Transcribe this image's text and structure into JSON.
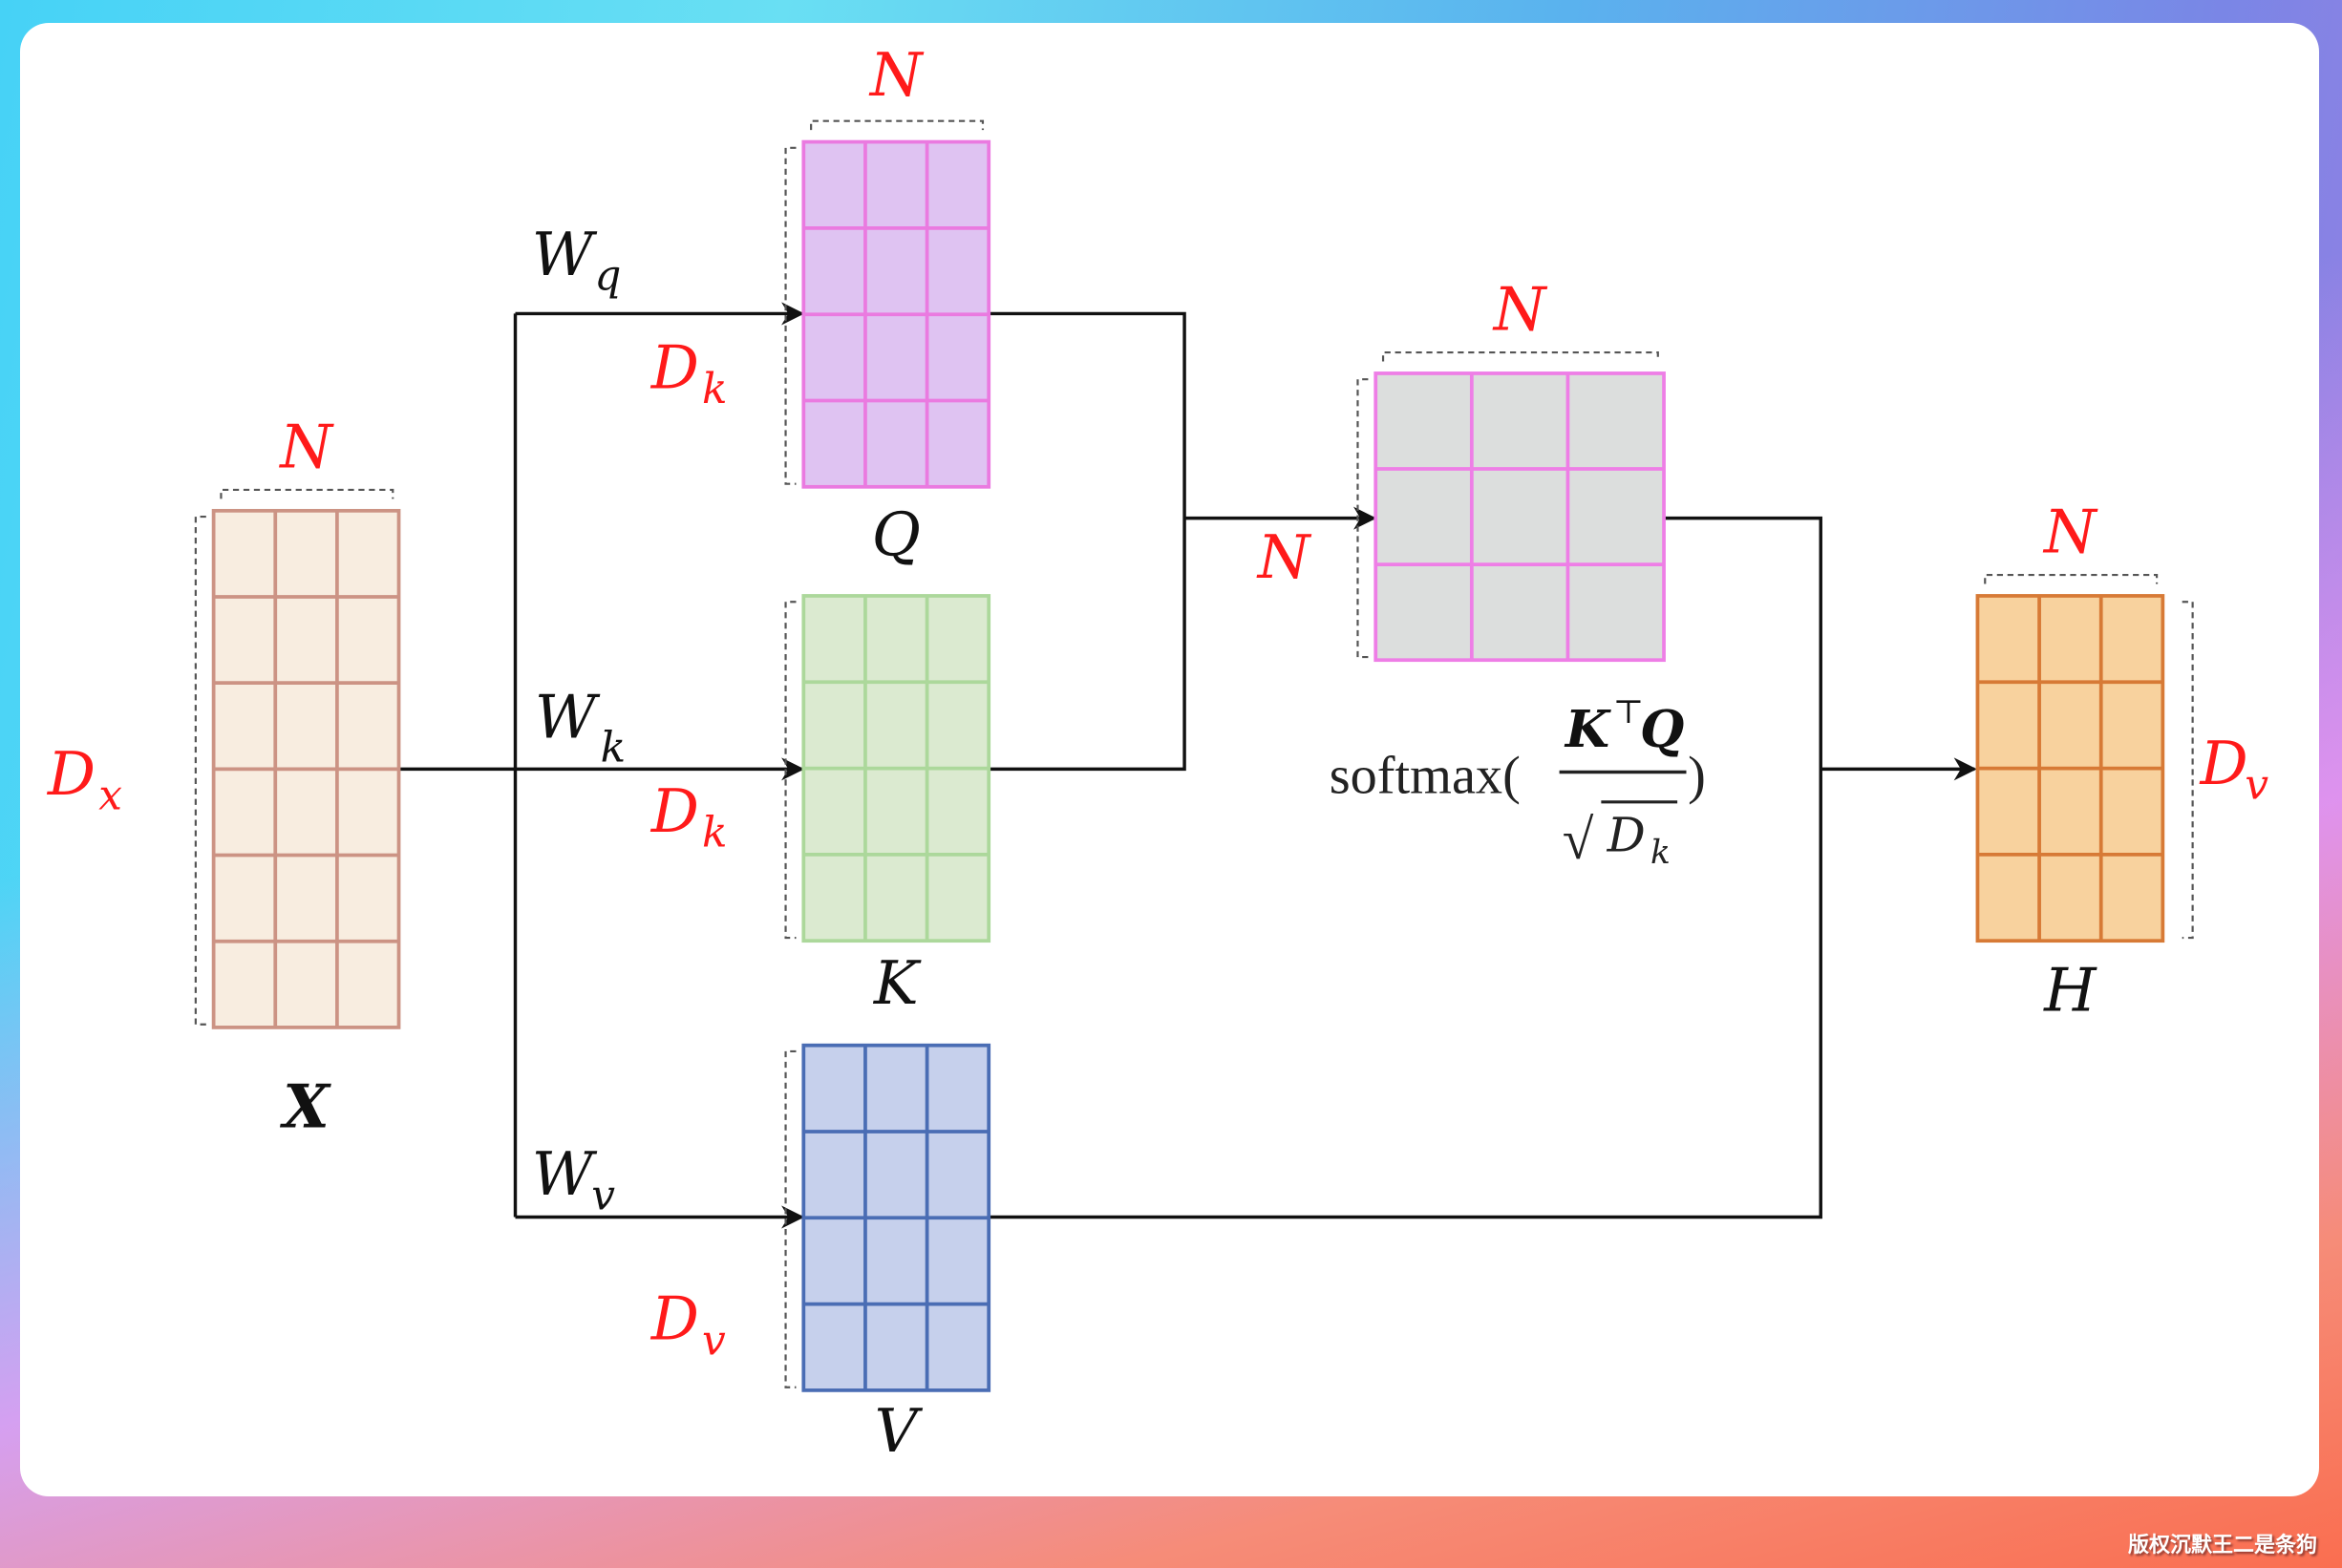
{
  "diagram": {
    "title": "Self-attention computation flow",
    "label_color": "#ff1a1a",
    "line_color": "#111111",
    "matrices": [
      {
        "id": "X",
        "label": "X",
        "label_bold": true,
        "rows": 6,
        "cols": 3,
        "fill": "#f8ede0",
        "stroke": "#cc9384",
        "top_dim": "N",
        "side_dim": "D",
        "side_dim_sub": "x",
        "side": "left"
      },
      {
        "id": "Q",
        "label": "Q",
        "label_bold": false,
        "rows": 4,
        "cols": 3,
        "fill": "#dfc3f2",
        "stroke": "#ea7ae0",
        "top_dim": "N",
        "side_dim": "D",
        "side_dim_sub": "k",
        "side": "left"
      },
      {
        "id": "K",
        "label": "K",
        "label_bold": false,
        "rows": 4,
        "cols": 3,
        "fill": "#dbead0",
        "stroke": "#acd89b",
        "top_dim": "",
        "side_dim": "D",
        "side_dim_sub": "k",
        "side": "left"
      },
      {
        "id": "V",
        "label": "V",
        "label_bold": false,
        "rows": 4,
        "cols": 3,
        "fill": "#c6d0ec",
        "stroke": "#4a6db4",
        "top_dim": "",
        "side_dim": "D",
        "side_dim_sub": "v",
        "side": "left"
      },
      {
        "id": "A",
        "label": "",
        "label_bold": false,
        "rows": 3,
        "cols": 3,
        "fill": "#dcdedd",
        "stroke": "#ee7ee6",
        "top_dim": "N",
        "side_dim": "N",
        "side_dim_sub": "",
        "side": "left"
      },
      {
        "id": "H",
        "label": "H",
        "label_bold": false,
        "rows": 4,
        "cols": 3,
        "fill": "#f8d29e",
        "stroke": "#d77a36",
        "top_dim": "N",
        "side_dim": "D",
        "side_dim_sub": "v",
        "side": "right"
      }
    ],
    "weights": [
      {
        "base": "W",
        "sub": "q"
      },
      {
        "base": "W",
        "sub": "k"
      },
      {
        "base": "W",
        "sub": "v"
      }
    ],
    "formula": {
      "func": "softmax(",
      "numerator_k": "K",
      "transpose": "⊤",
      "numerator_q": "Q",
      "denominator_base": "D",
      "denominator_sub": "k",
      "sqrt": "√",
      "close": ")"
    }
  },
  "watermark": "版权沉默王二是条狗"
}
